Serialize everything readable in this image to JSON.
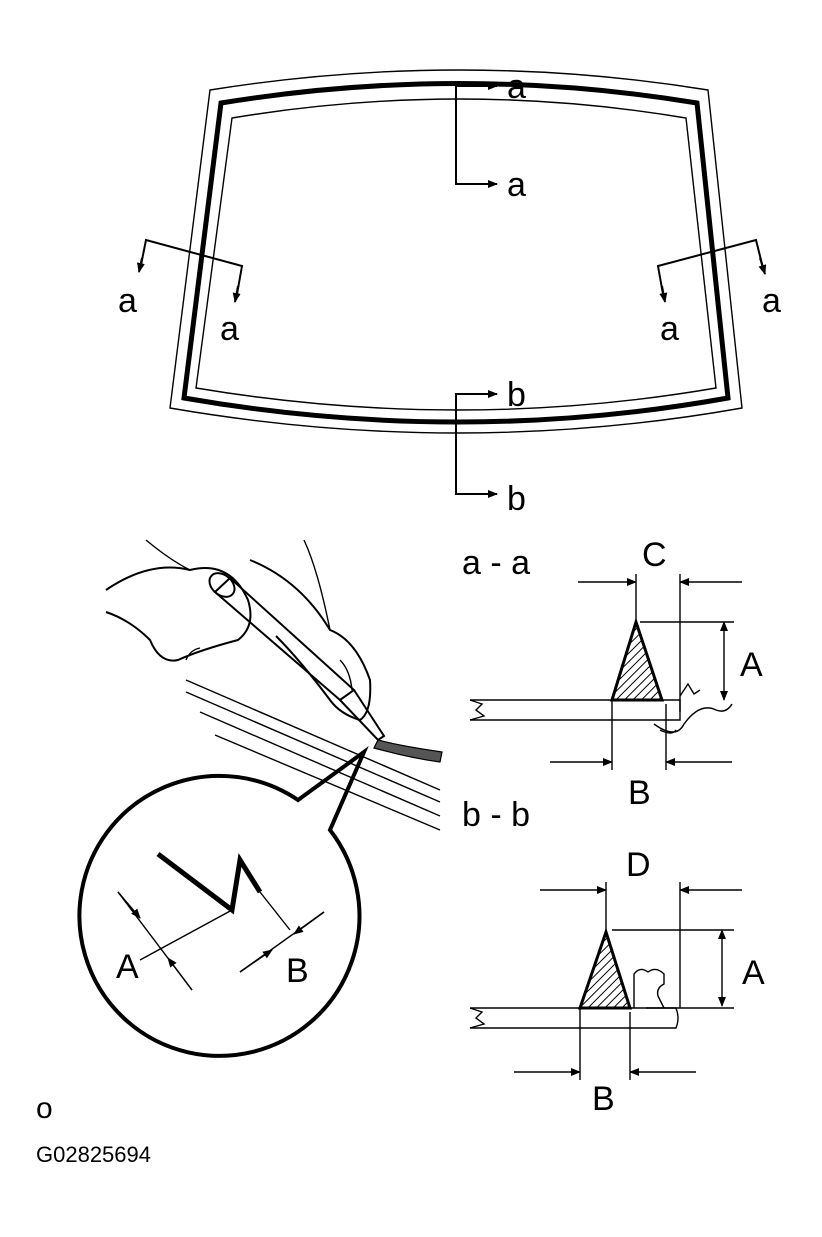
{
  "windshield": {
    "section_top_top": "a",
    "section_top_bottom": "a",
    "section_left_outer": "a",
    "section_left_inner": "a",
    "section_right_inner": "a",
    "section_right_outer": "a",
    "section_bottom_top": "b",
    "section_bottom_bottom": "b"
  },
  "application_detail": {
    "dim_a": "A",
    "dim_b": "B"
  },
  "section_aa": {
    "title": "a - a",
    "dim_c": "C",
    "dim_a": "A",
    "dim_b": "B"
  },
  "section_bb": {
    "title": "b - b",
    "dim_d": "D",
    "dim_a": "A",
    "dim_b": "B"
  },
  "footer": {
    "marker": "o",
    "figure_id": "G02825694"
  }
}
